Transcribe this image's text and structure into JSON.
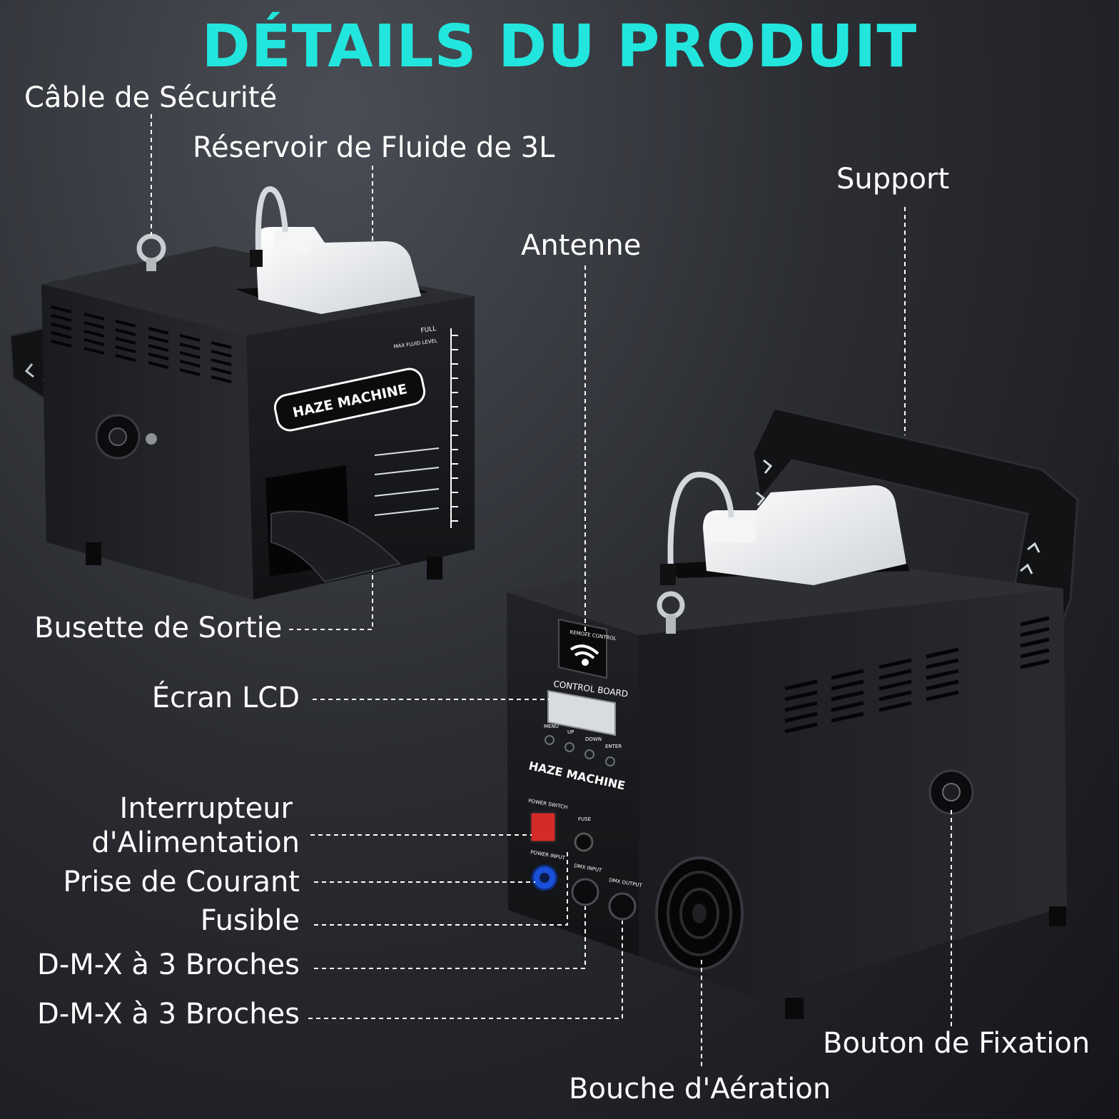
{
  "title": "DÉTAILS DU PRODUIT",
  "colors": {
    "accent": "#22e6dd",
    "background": "#2b2d32"
  },
  "labels": {
    "cable": "Câble de Sécurité",
    "reservoir": "Réservoir de Fluide de 3L",
    "support": "Support",
    "antenne": "Antenne",
    "busette": "Busette de Sortie",
    "ecran": "Écran LCD",
    "interrupteur_1": "Interrupteur",
    "interrupteur_2": "d'Alimentation",
    "prise": "Prise de Courant",
    "fusible": "Fusible",
    "dmx_1": "D-M-X à 3 Broches",
    "dmx_2": "D-M-X à 3 Broches",
    "bouton": "Bouton de Fixation",
    "bouche": "Bouche d'Aération"
  },
  "machine_text": {
    "brand": "HAZE MACHINE",
    "full": "FULL",
    "max_level": "MAX FLUID LEVEL",
    "remote": "REMOTE CONTROL",
    "control_board": "CONTROL BOARD",
    "menu": "MENU",
    "up": "UP",
    "down": "DOWN",
    "enter": "ENTER",
    "power_switch": "POWER SWITCH",
    "fuse": "FUSE",
    "power_input": "POWER INPUT",
    "dmx_input": "DMX INPUT",
    "dmx_output": "DMX OUTPUT"
  }
}
